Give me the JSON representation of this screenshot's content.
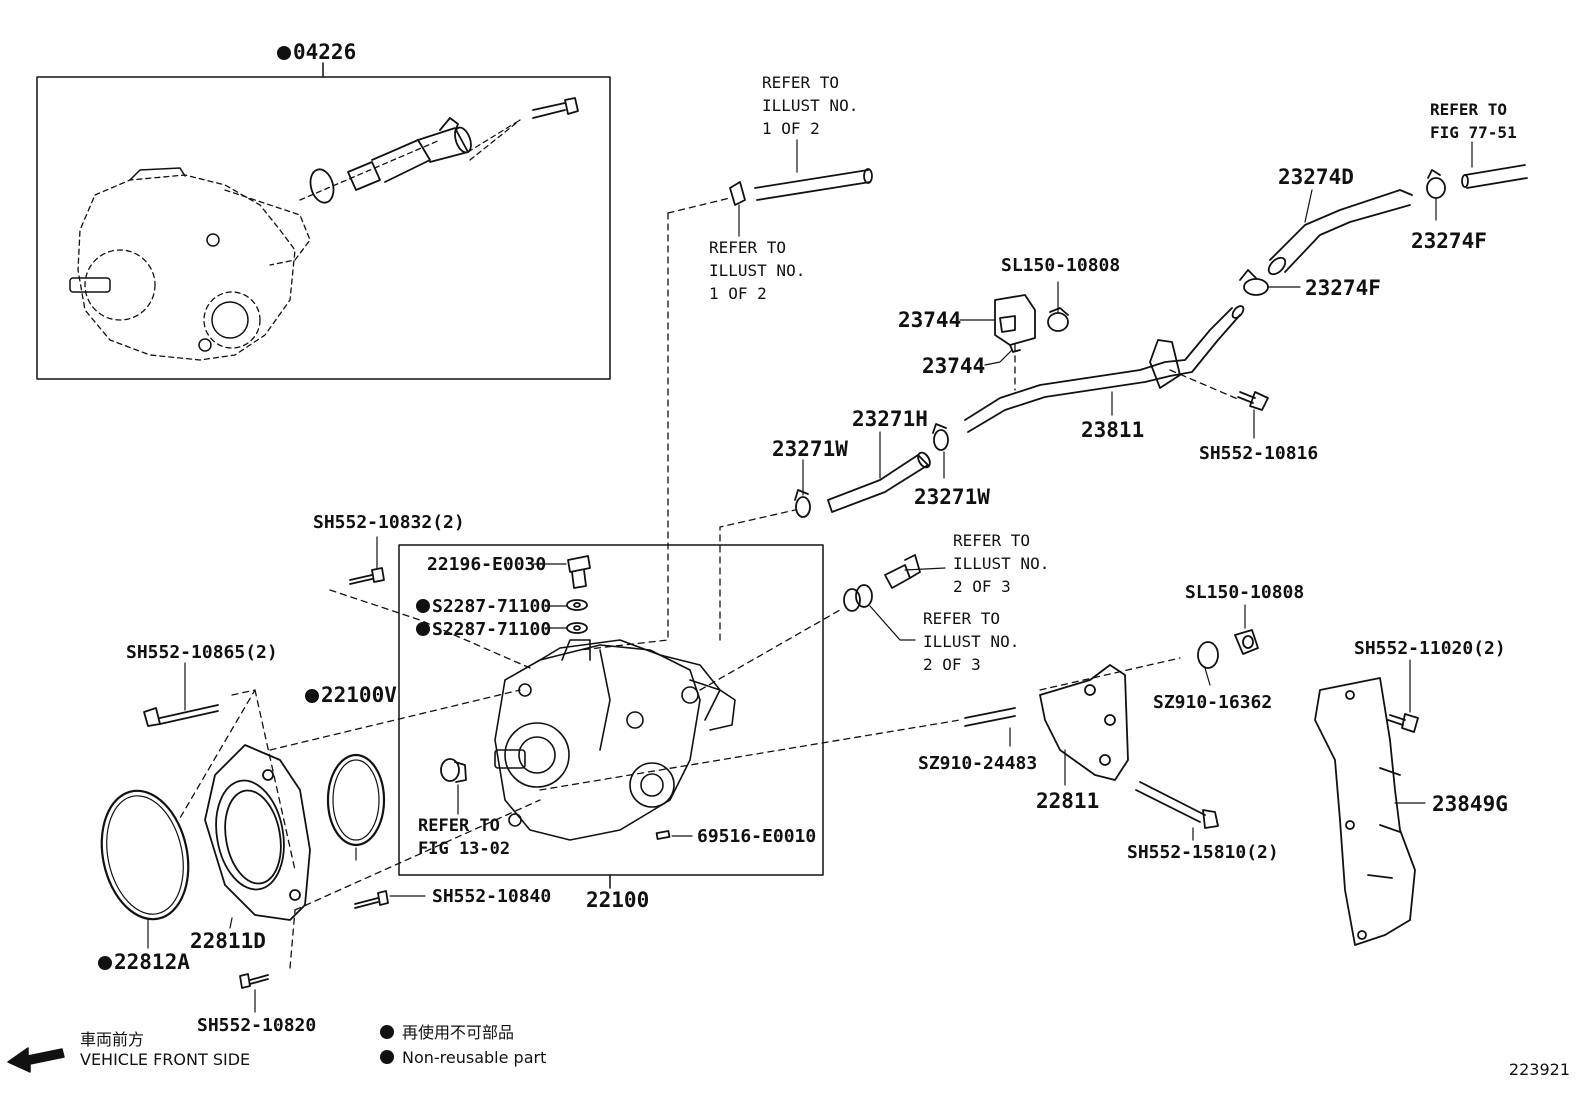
{
  "labels": {
    "l04226": "04226",
    "ref_illust_1a": "REFER TO\nILLUST NO.\n1 OF 2",
    "ref_illust_1b": "REFER TO\nILLUST NO.\n1 OF 2",
    "ref_fig_7751": "REFER TO\nFIG 77-51",
    "l23274D": "23274D",
    "l23274F_a": "23274F",
    "l23274F_b": "23274F",
    "lSL150_a": "SL150-10808",
    "l23744_a": "23744",
    "l23744_b": "23744",
    "l23811": "23811",
    "lSH552_10816": "SH552-10816",
    "l23271H": "23271H",
    "l23271W_a": "23271W",
    "l23271W_b": "23271W",
    "lSH552_10832": "SH552-10832(2)",
    "l22196": "22196-E0030",
    "lS2287_a": "S2287-71100",
    "lS2287_b": "S2287-71100",
    "ref_illust_2a": "REFER TO\nILLUST NO.\n2 OF 3",
    "ref_illust_2b": "REFER TO\nILLUST NO.\n2 OF 3",
    "lSL150_b": "SL150-10808",
    "lSH552_10865": "SH552-10865(2)",
    "l22100V": "22100V",
    "lSH552_11020": "SH552-11020(2)",
    "lSZ910_16362": "SZ910-16362",
    "lSZ910_24483": "SZ910-24483",
    "l22811": "22811",
    "l23849G": "23849G",
    "ref_fig_1302": "REFER TO\nFIG 13-02",
    "l69516": "69516-E0010",
    "lSH552_15810": "SH552-15810(2)",
    "l22811D": "22811D",
    "l22812A": "22812A",
    "lSH552_10840": "SH552-10840",
    "l22100": "22100",
    "lSH552_10820": "SH552-10820"
  },
  "legend": {
    "front_jp": "車両前方",
    "front_en": "VEHICLE FRONT SIDE",
    "nonreusable_jp": "再使用不可部品",
    "nonreusable_en": "Non-reusable part"
  },
  "figure_id": "223921"
}
